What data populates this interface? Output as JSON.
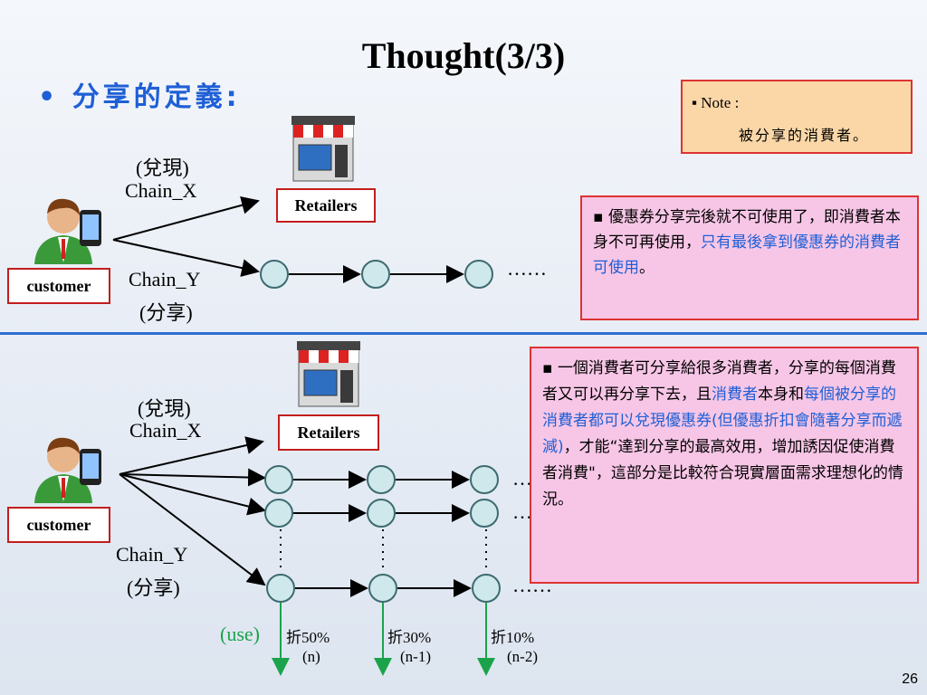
{
  "title": "Thought(3/3)",
  "bullet": "分享的定義:",
  "note": {
    "header": "Note :",
    "text": "被分享的消費者。"
  },
  "top": {
    "chain_x_line1": "(兌現)",
    "chain_x_line2": "Chain_X",
    "chain_y_line1": "Chain_Y",
    "chain_y_line2": "(分享)",
    "retailers": "Retailers",
    "customer": "customer",
    "ellipsis": "……",
    "box_part1": "優惠券分享完後就不可使用了，即消費者本身不可再使用，",
    "box_highlight": "只有最後拿到優惠券的消費者可使用",
    "box_part2": "。"
  },
  "bottom": {
    "chain_x_line1": "(兌現)",
    "chain_x_line2": "Chain_X",
    "chain_y_line1": "Chain_Y",
    "chain_y_line2": "(分享)",
    "retailers": "Retailers",
    "customer": "customer",
    "use": "(use)",
    "discounts": [
      {
        "rate": "折50%",
        "label": "(n)"
      },
      {
        "rate": "折30%",
        "label": "(n-1)"
      },
      {
        "rate": "折10%",
        "label": "(n-2)"
      }
    ],
    "ellipsis_row1": "…",
    "ellipsis_row2": "…",
    "ellipsis_row3": "……",
    "box_a": "一個消費者可分享給很多消費者，分享的每個消費者又可以再分享下去，且",
    "box_b": "消費者",
    "box_c": "本身和",
    "box_d": "每個被分享的消費者都可以兌現優惠券(但優惠折扣會隨著分享而遞減)",
    "box_e": "，才能“達到分享的最高效用，增加誘因促使消費者消費\"，這部分是比較符合現實層面需求理想化的情況。"
  },
  "page_number": "26",
  "colors": {
    "accent_blue": "#1f5fd6",
    "node_fill": "#cfe8ec",
    "node_stroke": "#3d6b70",
    "arrow_green": "#1aa34a",
    "border_red": "#c31d1d"
  }
}
